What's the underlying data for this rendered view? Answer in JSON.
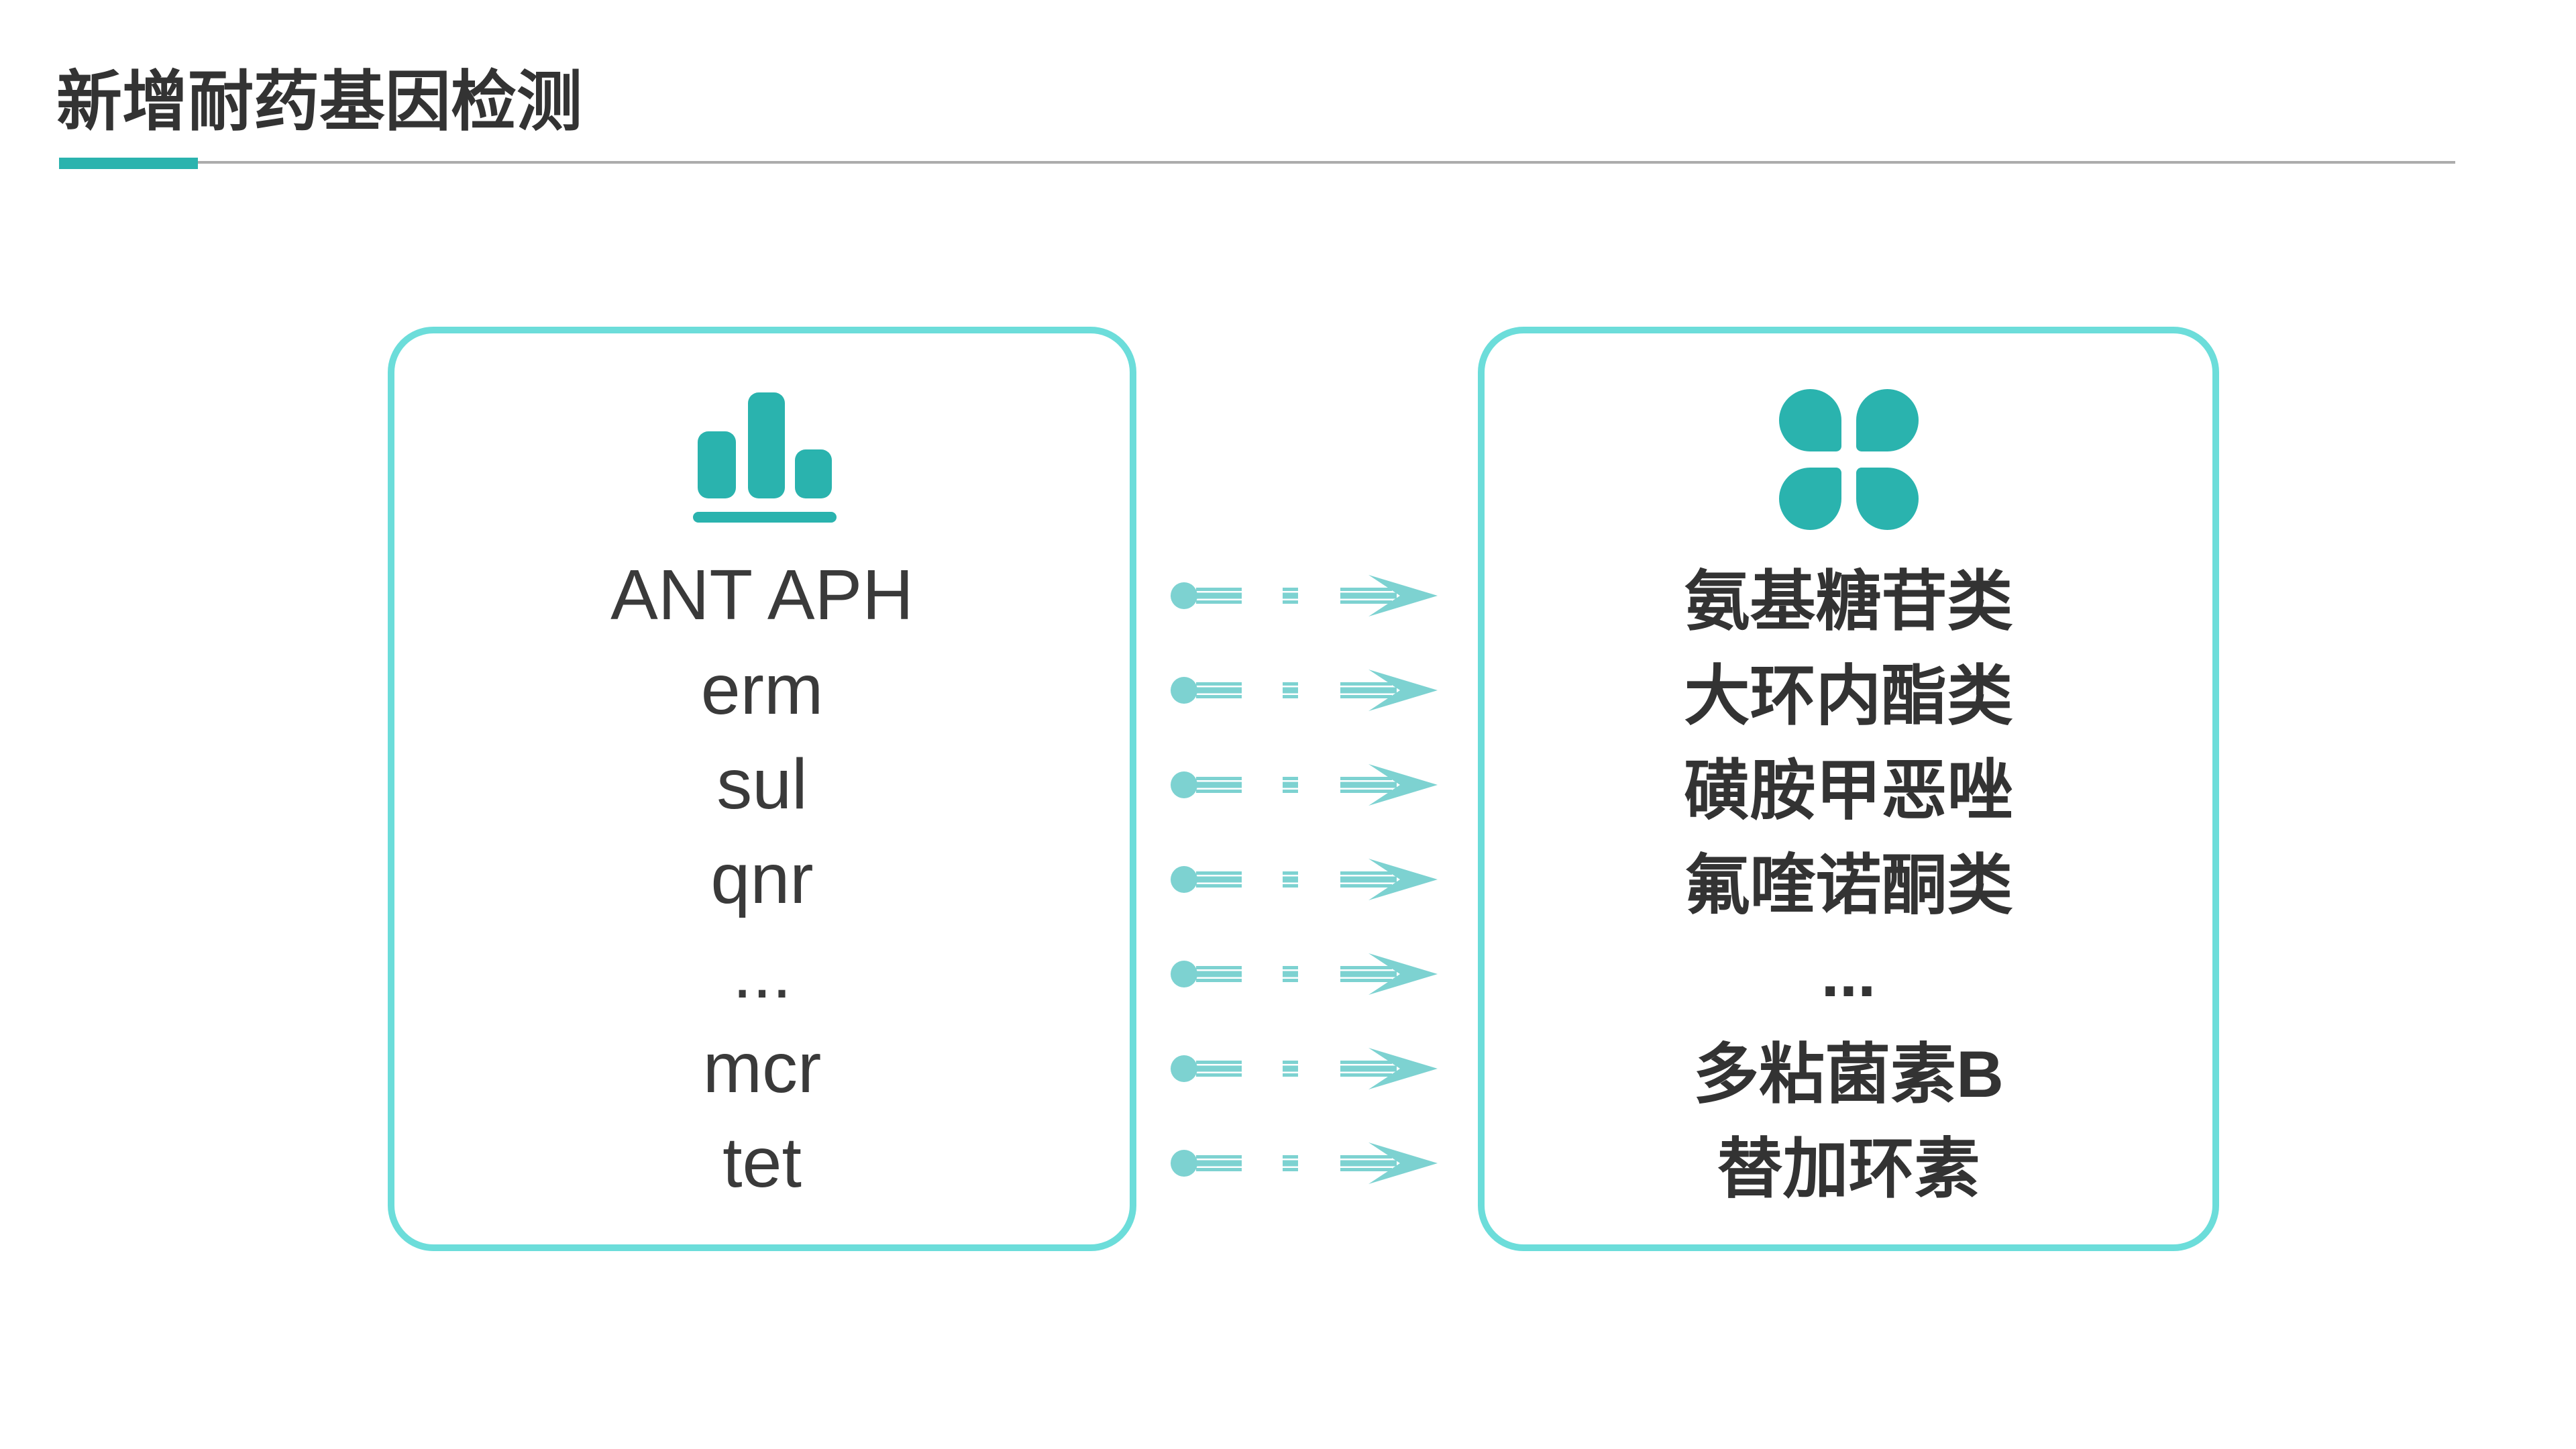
{
  "page": {
    "title": "新增耐药基因检测"
  },
  "colors": {
    "teal_strong": "#2AB3AE",
    "teal_light": "#7DD2D1",
    "box_border": "#6CDDDA",
    "rule_gray": "#ACACAC",
    "text_dark": "#333333",
    "text_body": "#3A3A3A"
  },
  "left_panel": {
    "icon": "bar-chart-icon",
    "items": [
      "ANT APH",
      "erm",
      "sul",
      "qnr",
      "...",
      "mcr",
      "tet"
    ]
  },
  "right_panel": {
    "icon": "clover-icon",
    "items": [
      "氨基糖苷类",
      "大环内酯类",
      "磺胺甲恶唑",
      "氟喹诺酮类",
      "...",
      "多粘菌素B",
      "替加环素"
    ]
  },
  "connectors": {
    "count": 7
  }
}
